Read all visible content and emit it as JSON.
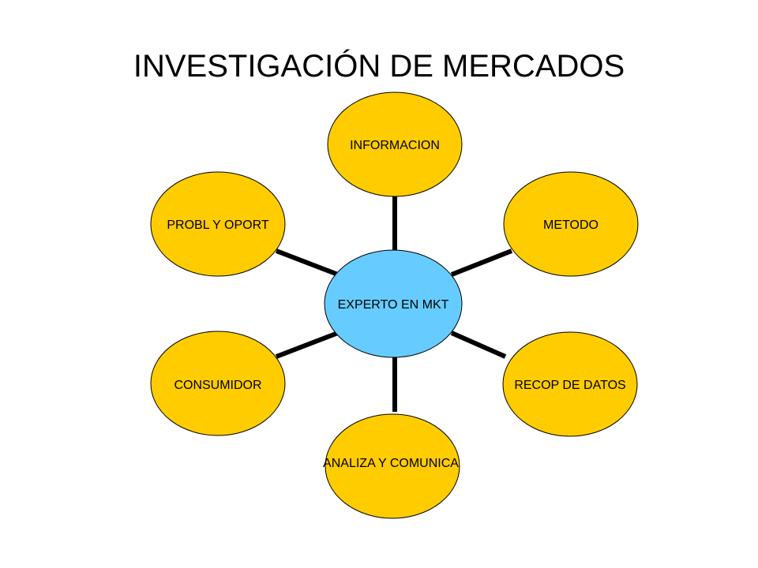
{
  "title": "INVESTIGACIÓN DE MERCADOS",
  "center": {
    "label": "EXPERTO EN MKT",
    "color": "#66ccff"
  },
  "node_color": "#ffcc00",
  "nodes": [
    {
      "id": "informacion",
      "label": "INFORMACION"
    },
    {
      "id": "metodo",
      "label": "METODO"
    },
    {
      "id": "recop-de-datos",
      "label": "RECOP DE DATOS"
    },
    {
      "id": "analiza-y-comunica",
      "label": "ANALIZA Y COMUNICA"
    },
    {
      "id": "consumidor",
      "label": "CONSUMIDOR"
    },
    {
      "id": "probl-y-oport",
      "label": "PROBL Y OPORT"
    }
  ]
}
